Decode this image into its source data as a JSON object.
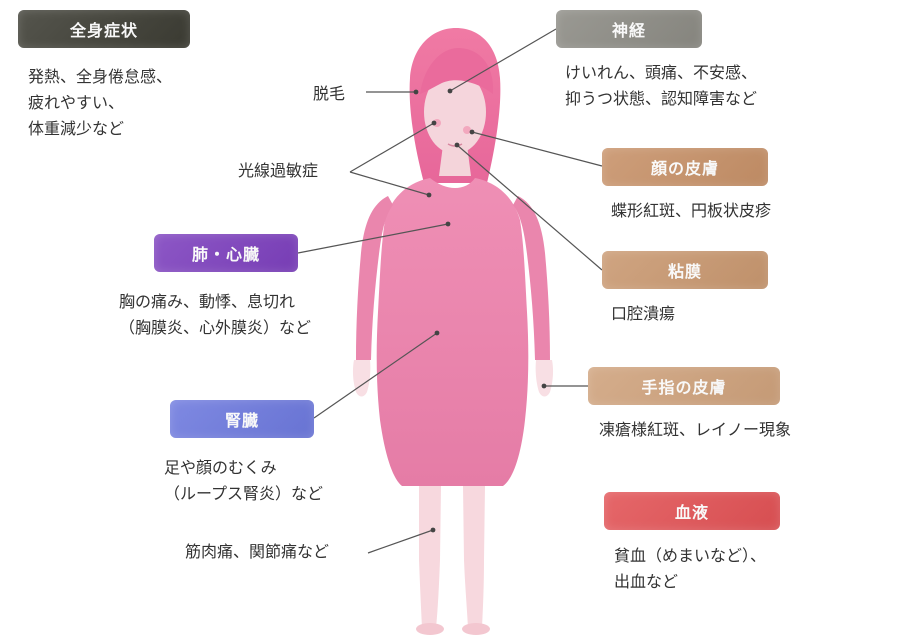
{
  "labels": {
    "systemic": {
      "title": "全身症状",
      "lines": [
        "発熱、全身倦怠感、",
        "疲れやすい、",
        "体重減少など"
      ]
    },
    "neuro": {
      "title": "神経",
      "lines": [
        "けいれん、頭痛、不安感、",
        "抑うつ状態、認知障害など"
      ]
    },
    "hair": {
      "text": "脱毛"
    },
    "photosensitivity": {
      "text": "光線過敏症"
    },
    "face_skin": {
      "title": "顔の皮膚",
      "lines": [
        "蝶形紅斑、円板状皮疹"
      ]
    },
    "mucosa": {
      "title": "粘膜",
      "lines": [
        "口腔潰瘍"
      ]
    },
    "heart_lung": {
      "title": "肺・心臓",
      "lines": [
        "胸の痛み、動悸、息切れ",
        "（胸膜炎、心外膜炎）など"
      ]
    },
    "finger_skin": {
      "title": "手指の皮膚",
      "lines": [
        "凍瘡様紅斑、レイノー現象"
      ]
    },
    "kidney": {
      "title": "腎臓",
      "lines": [
        "足や顔のむくみ",
        "（ループス腎炎）など"
      ]
    },
    "muscle_joint": {
      "text": "筋肉痛、関節痛など"
    },
    "blood": {
      "title": "血液",
      "lines": [
        "貧血（めまいなど）、",
        "出血など"
      ]
    }
  },
  "colors": {
    "systemic": "#3d3d34",
    "neuro": "#8c8b84",
    "face_skin": "#c79168",
    "mucosa": "#c99870",
    "finger_skin": "#cfa27c",
    "blood": "#e25255",
    "heart_lung": "#7d40be",
    "kidney": "#6d79de",
    "figure_hair": "#e86a98",
    "figure_skin": "#f7d6dc",
    "figure_dress": "#ea85ad",
    "figure_dark": "#cc5c86"
  }
}
